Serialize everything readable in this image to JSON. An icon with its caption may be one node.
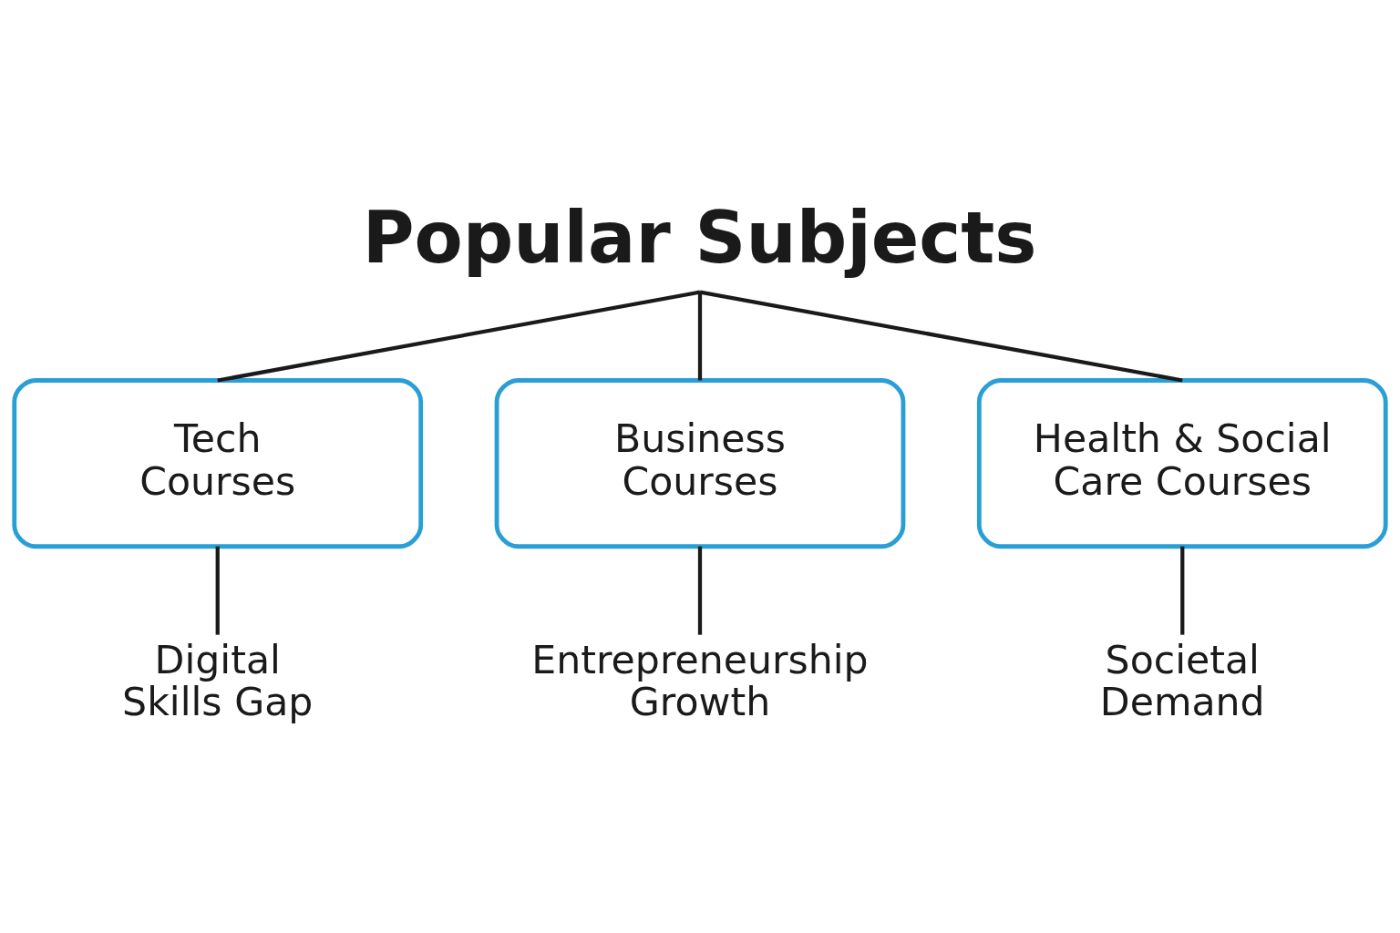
{
  "diagram": {
    "nodes": [
      {
        "text": [
          "Popular Subjects"
        ]
      },
      {
        "text": [
          "Tech Courses"
        ]
      },
      {
        "text": [
          "Business Courses"
        ]
      },
      {
        "text": [
          "Health & Social Care Courses"
        ]
      },
      {
        "text": [
          "Digital Skills Gap"
        ]
      },
      {
        "text": [
          "Entrepreneurship Growth"
        ]
      },
      {
        "text": [
          "Societal Demand"
        ]
      }
    ],
    "edges": [
      {
        "from": 0,
        "to": 1,
        "arrow": "none"
      },
      {
        "from": 0,
        "to": 2,
        "arrow": "none"
      },
      {
        "from": 0,
        "to": 3,
        "arrow": "none"
      },
      {
        "from": 1,
        "to": 4,
        "arrow": "none"
      },
      {
        "from": 2,
        "to": 5,
        "arrow": "none"
      },
      {
        "from": 3,
        "to": 6,
        "arrow": "none"
      }
    ]
  }
}
